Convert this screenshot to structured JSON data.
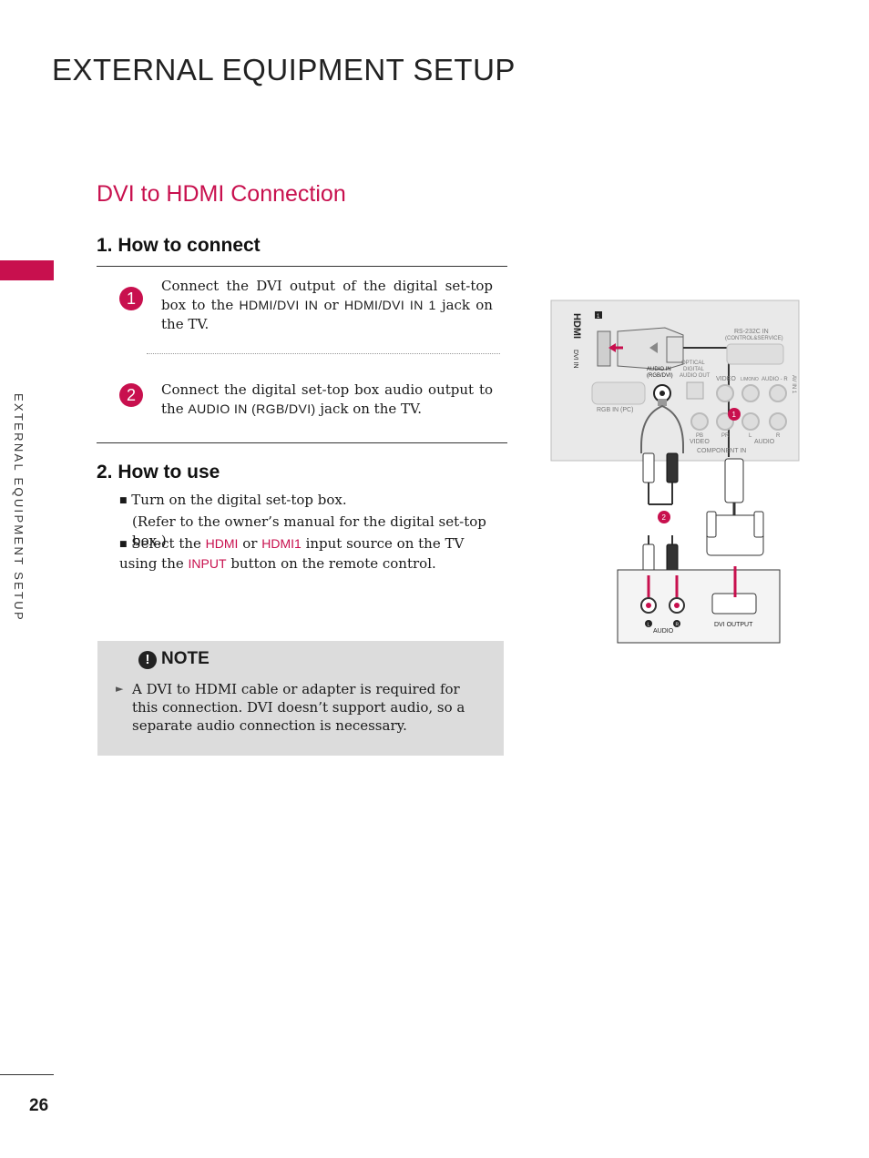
{
  "header": {
    "title": "EXTERNAL EQUIPMENT SETUP"
  },
  "side_tab": {
    "label": "EXTERNAL EQUIPMENT SETUP"
  },
  "section": {
    "title": "DVI to HDMI Connection"
  },
  "how_to_connect": {
    "heading": "1. How to connect",
    "step1": {
      "number": "1",
      "text_a": "Connect the DVI output of the digital set-top box to the",
      "ui_a": "HDMI/DVI IN",
      "or": "or",
      "ui_b": "HDMI/DVI IN 1",
      "text_b": "jack on the TV."
    },
    "step2": {
      "number": "2",
      "text_a": "Connect the digital set-top box audio output to the",
      "ui_a": "AUDIO IN (RGB/DVI)",
      "text_b": "jack on the TV."
    }
  },
  "how_to_use": {
    "heading": "2. How to use",
    "bullet1": "Turn on the digital set-top box.",
    "bullet1_note": "(Refer to the owner’s manual for the digital set-top box.)",
    "bullet2_a": "Select the",
    "bullet2_hdmi": "HDMI",
    "bullet2_or": "or",
    "bullet2_hdmi1": "HDMI1",
    "bullet2_b": "input source on the TV using the",
    "bullet2_input": "INPUT",
    "bullet2_c": "button on the remote control."
  },
  "note": {
    "icon": "!",
    "heading": "NOTE",
    "marker": "►",
    "text": "A DVI to HDMI cable or adapter is required for this connection. DVI doesn’t support audio, so a separate audio connection is necessary."
  },
  "diagram": {
    "tv_panel": {
      "hdmi_logo": "HDMI",
      "dvi_in": "DVI IN",
      "port_number": "1",
      "rs232": "RS-232C IN",
      "control_service": "(CONTROL&SERVICE)",
      "optical": "OPTICAL",
      "digital": "DIGITAL",
      "audio_out": "AUDIO OUT",
      "audio_in": "AUDIO IN",
      "rgb_dvi": "(RGB/DVI)",
      "rgb_in_pc": "RGB IN (PC)",
      "video": "VIDEO",
      "lmono": "L/MONO",
      "audio_r": "AUDIO - R",
      "av_in": "AV IN 1",
      "pb": "PB",
      "pr": "PR",
      "l": "L",
      "r": "R",
      "video_sub": "VIDEO",
      "audio_sub": "AUDIO",
      "component_in": "COMPONENT IN"
    },
    "step_markers": {
      "one": "1",
      "two": "2"
    },
    "device": {
      "audio": "AUDIO",
      "l": "L",
      "r": "R",
      "dvi_output": "DVI OUTPUT"
    }
  },
  "footer": {
    "page_number": "26"
  },
  "colors": {
    "accent": "#c8104e",
    "note_bg": "#dcdcdc",
    "panel_bg": "#e8e8e8"
  }
}
